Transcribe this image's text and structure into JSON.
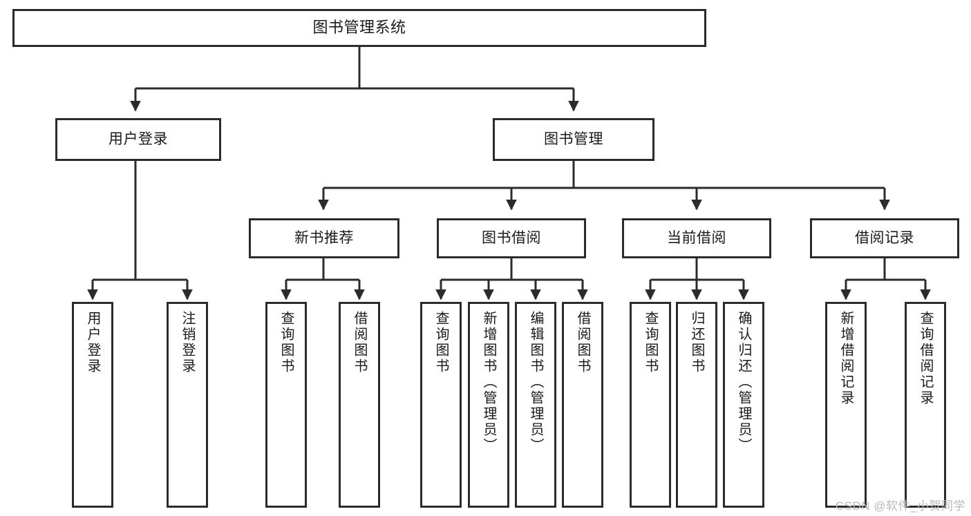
{
  "diagram": {
    "type": "tree-hierarchy",
    "title": "图书管理系统",
    "watermark": "CSDN @软件_小贺同学",
    "colors": {
      "background": "#ffffff",
      "node_border": "#2b2b2b",
      "node_fill": "#ffffff",
      "edge": "#2b2b2b",
      "text": "#1a1a1a",
      "watermark": "#b9b9b9"
    },
    "levels": {
      "level1": [
        {
          "id": "root",
          "label": "图书管理系统"
        }
      ],
      "level2": [
        {
          "id": "user-login",
          "label": "用户登录",
          "parent": "root"
        },
        {
          "id": "book-manage",
          "label": "图书管理",
          "parent": "root"
        }
      ],
      "level3": [
        {
          "id": "new-book-rec",
          "label": "新书推荐",
          "parent": "book-manage"
        },
        {
          "id": "book-borrow",
          "label": "图书借阅",
          "parent": "book-manage"
        },
        {
          "id": "current-borrow",
          "label": "当前借阅",
          "parent": "book-manage"
        },
        {
          "id": "borrow-record",
          "label": "借阅记录",
          "parent": "book-manage"
        }
      ],
      "leaves": [
        {
          "id": "leaf-user-login",
          "label": "用户登录",
          "parent": "user-login"
        },
        {
          "id": "leaf-logout",
          "label": "注销登录",
          "parent": "user-login"
        },
        {
          "id": "leaf-query-book-1",
          "label": "查询图书",
          "parent": "new-book-rec"
        },
        {
          "id": "leaf-borrow-book-1",
          "label": "借阅图书",
          "parent": "new-book-rec"
        },
        {
          "id": "leaf-query-book-2",
          "label": "查询图书",
          "parent": "book-borrow"
        },
        {
          "id": "leaf-add-book",
          "label": "新增图书（管理员）",
          "parent": "book-borrow"
        },
        {
          "id": "leaf-edit-book",
          "label": "编辑图书（管理员）",
          "parent": "book-borrow"
        },
        {
          "id": "leaf-borrow-book-2",
          "label": "借阅图书",
          "parent": "book-borrow"
        },
        {
          "id": "leaf-query-book-3",
          "label": "查询图书",
          "parent": "current-borrow"
        },
        {
          "id": "leaf-return-book",
          "label": "归还图书",
          "parent": "current-borrow"
        },
        {
          "id": "leaf-confirm-return",
          "label": "确认归还（管理员）",
          "parent": "current-borrow"
        },
        {
          "id": "leaf-add-record",
          "label": "新增借阅记录",
          "parent": "borrow-record"
        },
        {
          "id": "leaf-query-record",
          "label": "查询借阅记录",
          "parent": "borrow-record"
        }
      ]
    }
  }
}
